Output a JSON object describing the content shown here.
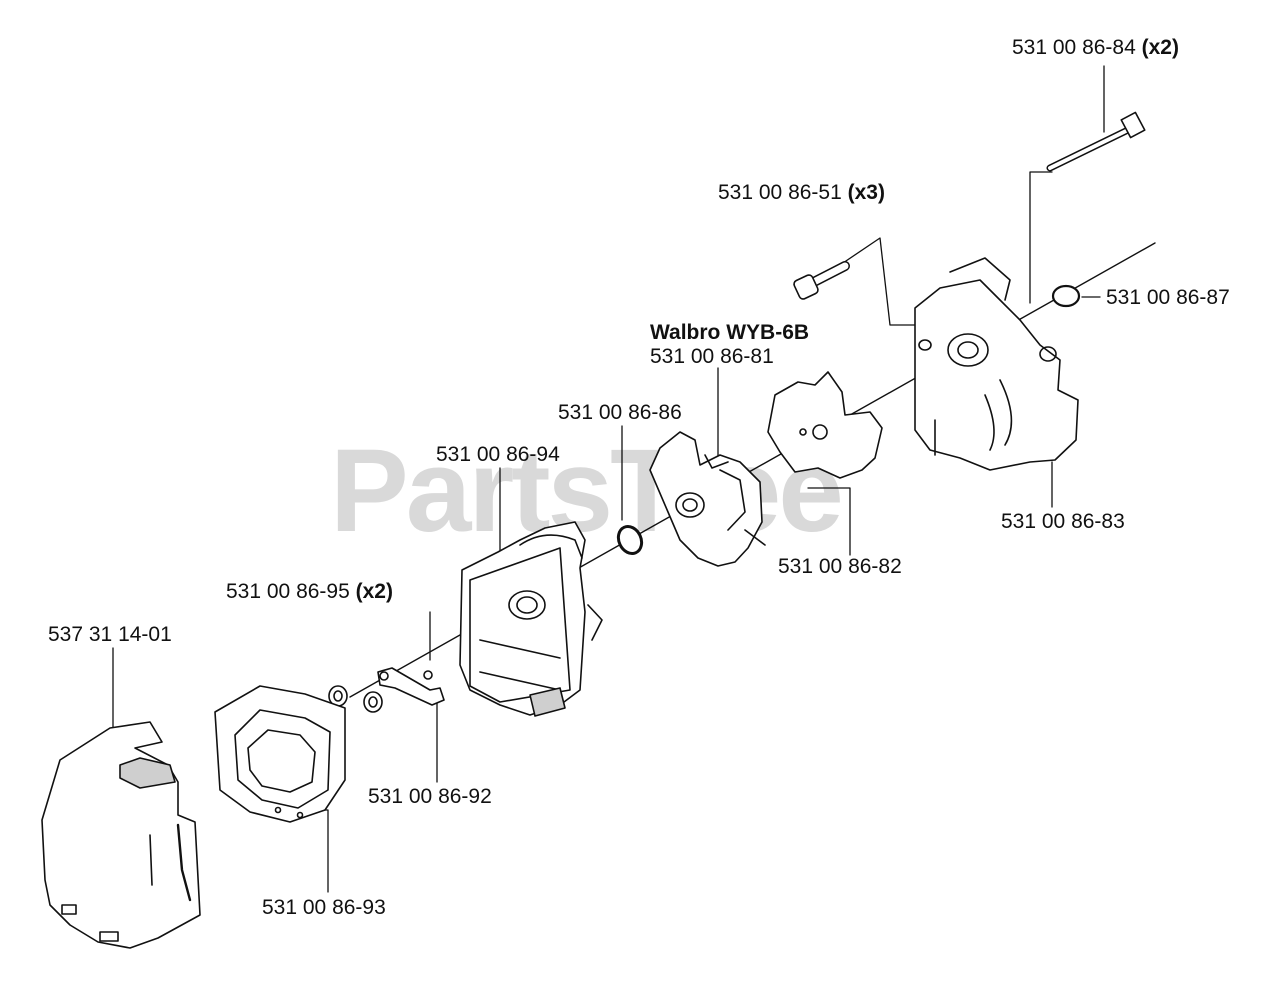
{
  "watermark": "PartsTree",
  "colors": {
    "line": "#111111",
    "part_fill": "#ffffff",
    "shade": "#cfcfcf",
    "watermark": "#d9d9d9"
  },
  "parts": [
    {
      "id": "p84",
      "part_no": "531 00 86-84",
      "qty": "(x2)"
    },
    {
      "id": "p51",
      "part_no": "531 00 86-51",
      "qty": "(x3)"
    },
    {
      "id": "p87",
      "part_no": "531 00 86-87",
      "qty": ""
    },
    {
      "id": "p81",
      "brand": "Walbro WYB-6B",
      "part_no": "531 00 86-81",
      "qty": ""
    },
    {
      "id": "p86",
      "part_no": "531 00 86-86",
      "qty": ""
    },
    {
      "id": "p94",
      "part_no": "531 00 86-94",
      "qty": ""
    },
    {
      "id": "p83",
      "part_no": "531 00 86-83",
      "qty": ""
    },
    {
      "id": "p82",
      "part_no": "531 00 86-82",
      "qty": ""
    },
    {
      "id": "p95",
      "part_no": "531 00 86-95",
      "qty": "(x2)"
    },
    {
      "id": "p01",
      "part_no": "537 31 14-01",
      "qty": ""
    },
    {
      "id": "p92",
      "part_no": "531 00 86-92",
      "qty": ""
    },
    {
      "id": "p93",
      "part_no": "531 00 86-93",
      "qty": ""
    }
  ]
}
